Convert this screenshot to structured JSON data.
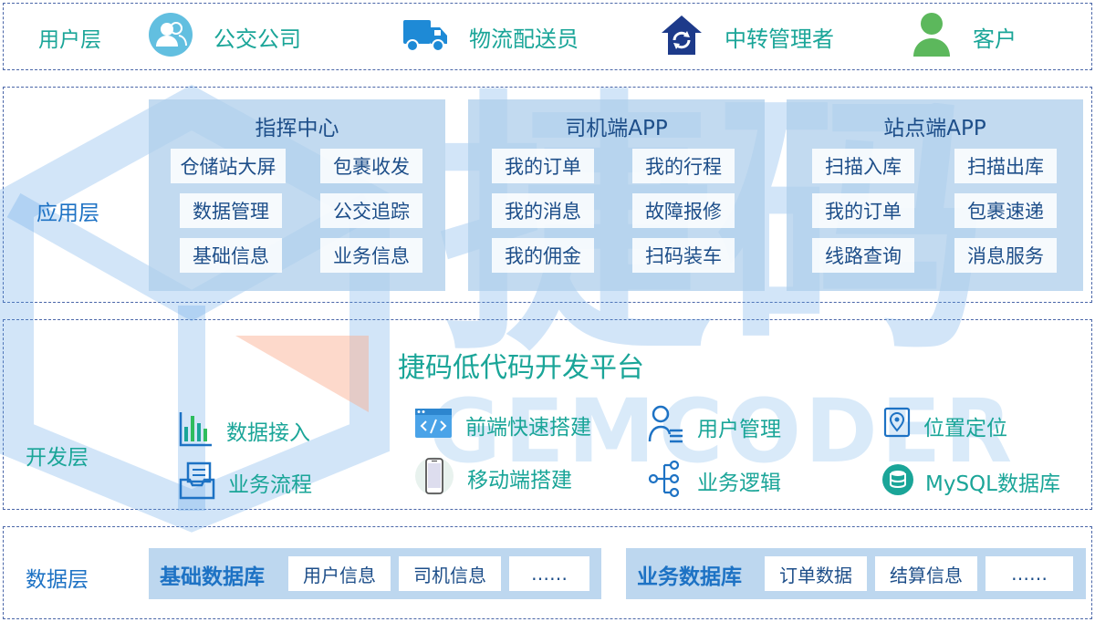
{
  "layers": {
    "user": "用户层",
    "app": "应用层",
    "dev": "开发层",
    "data": "数据层"
  },
  "users": [
    {
      "label": "公交公司",
      "icon": "people-icon"
    },
    {
      "label": "物流配送员",
      "icon": "truck-icon"
    },
    {
      "label": "中转管理者",
      "icon": "transfer-house-icon"
    },
    {
      "label": "客户",
      "icon": "person-icon"
    }
  ],
  "panels": [
    {
      "title": "指挥中心",
      "items": [
        "仓储站大屏",
        "包裹收发",
        "数据管理",
        "公交追踪",
        "基础信息",
        "业务信息"
      ]
    },
    {
      "title": "司机端APP",
      "items": [
        "我的订单",
        "我的行程",
        "我的消息",
        "故障报修",
        "我的佣金",
        "扫码装车"
      ]
    },
    {
      "title": "站点端APP",
      "items": [
        "扫描入库",
        "扫描出库",
        "我的订单",
        "包裹速递",
        "线路查询",
        "消息服务"
      ]
    }
  ],
  "platform": {
    "title": "捷码低代码开发平台",
    "features": [
      {
        "label": "数据接入",
        "icon": "bar-chart-icon"
      },
      {
        "label": "业务流程",
        "icon": "tray-icon"
      },
      {
        "label": "前端快速搭建",
        "icon": "code-window-icon"
      },
      {
        "label": "移动端搭建",
        "icon": "mobile-phone-icon"
      },
      {
        "label": "用户管理",
        "icon": "user-list-icon"
      },
      {
        "label": "业务逻辑",
        "icon": "branch-icon"
      },
      {
        "label": "位置定位",
        "icon": "location-pin-icon"
      },
      {
        "label": "MySQL数据库",
        "icon": "database-icon"
      }
    ]
  },
  "databases": [
    {
      "title": "基础数据库",
      "cells": [
        "用户信息",
        "司机信息",
        "……"
      ]
    },
    {
      "title": "业务数据库",
      "cells": [
        "订单数据",
        "结算信息",
        "……"
      ]
    }
  ],
  "watermark": {
    "cn": "捷码",
    "en": "GEMCODER"
  },
  "colors": {
    "teal": "#1aa598",
    "blue": "#1d72c4",
    "dash": "#4a66a8",
    "panel": "#adcdeb"
  }
}
